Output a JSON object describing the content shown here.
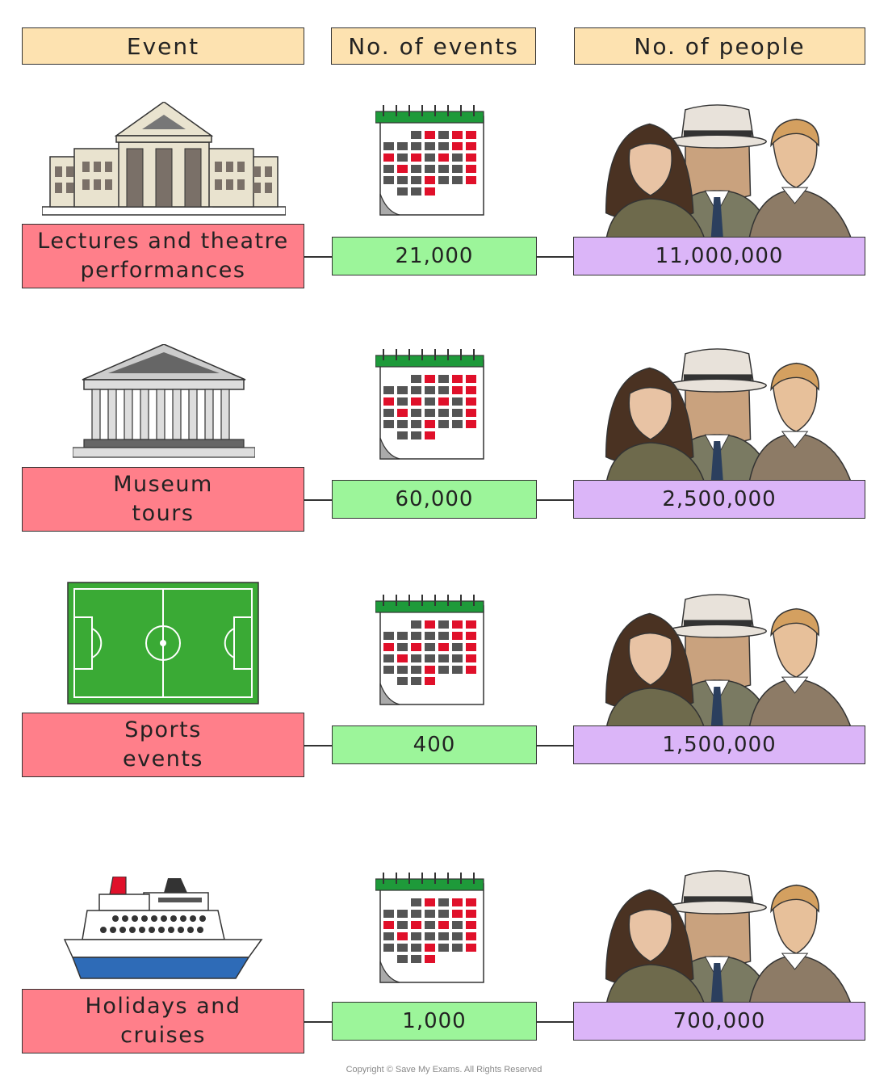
{
  "headers": {
    "event": "Event",
    "events": "No. of events",
    "people": "No. of people"
  },
  "rows": [
    {
      "line1": "Lectures and theatre",
      "line2": "performances",
      "events": "21,000",
      "people": "11,000,000",
      "icon": "building-icon"
    },
    {
      "line1": "Museum",
      "line2": "tours",
      "events": "60,000",
      "people": "2,500,000",
      "icon": "museum-icon"
    },
    {
      "line1": "Sports",
      "line2": "events",
      "events": "400",
      "people": "1,500,000",
      "icon": "football-pitch-icon"
    },
    {
      "line1": "Holidays and",
      "line2": "cruises",
      "events": "1,000",
      "people": "700,000",
      "icon": "cruise-ship-icon"
    }
  ],
  "colors": {
    "header": "#fde2b0",
    "event": "#ff7f8a",
    "events": "#9cf59a",
    "people": "#dbb5f8"
  },
  "copyright": "Copyright © Save My Exams. All Rights Reserved"
}
